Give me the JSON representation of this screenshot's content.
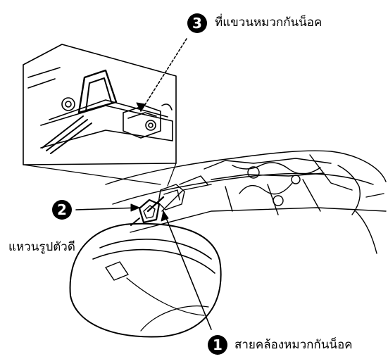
{
  "callouts": [
    {
      "number": "3",
      "text": "ที่แขวนหมวกกันน็อค"
    },
    {
      "number": "2",
      "text": ""
    },
    {
      "number": "1",
      "text": "สายคล้องหมวกกันน็อค"
    }
  ],
  "labels": {
    "ring": "แหวนรูปตัวดี"
  }
}
